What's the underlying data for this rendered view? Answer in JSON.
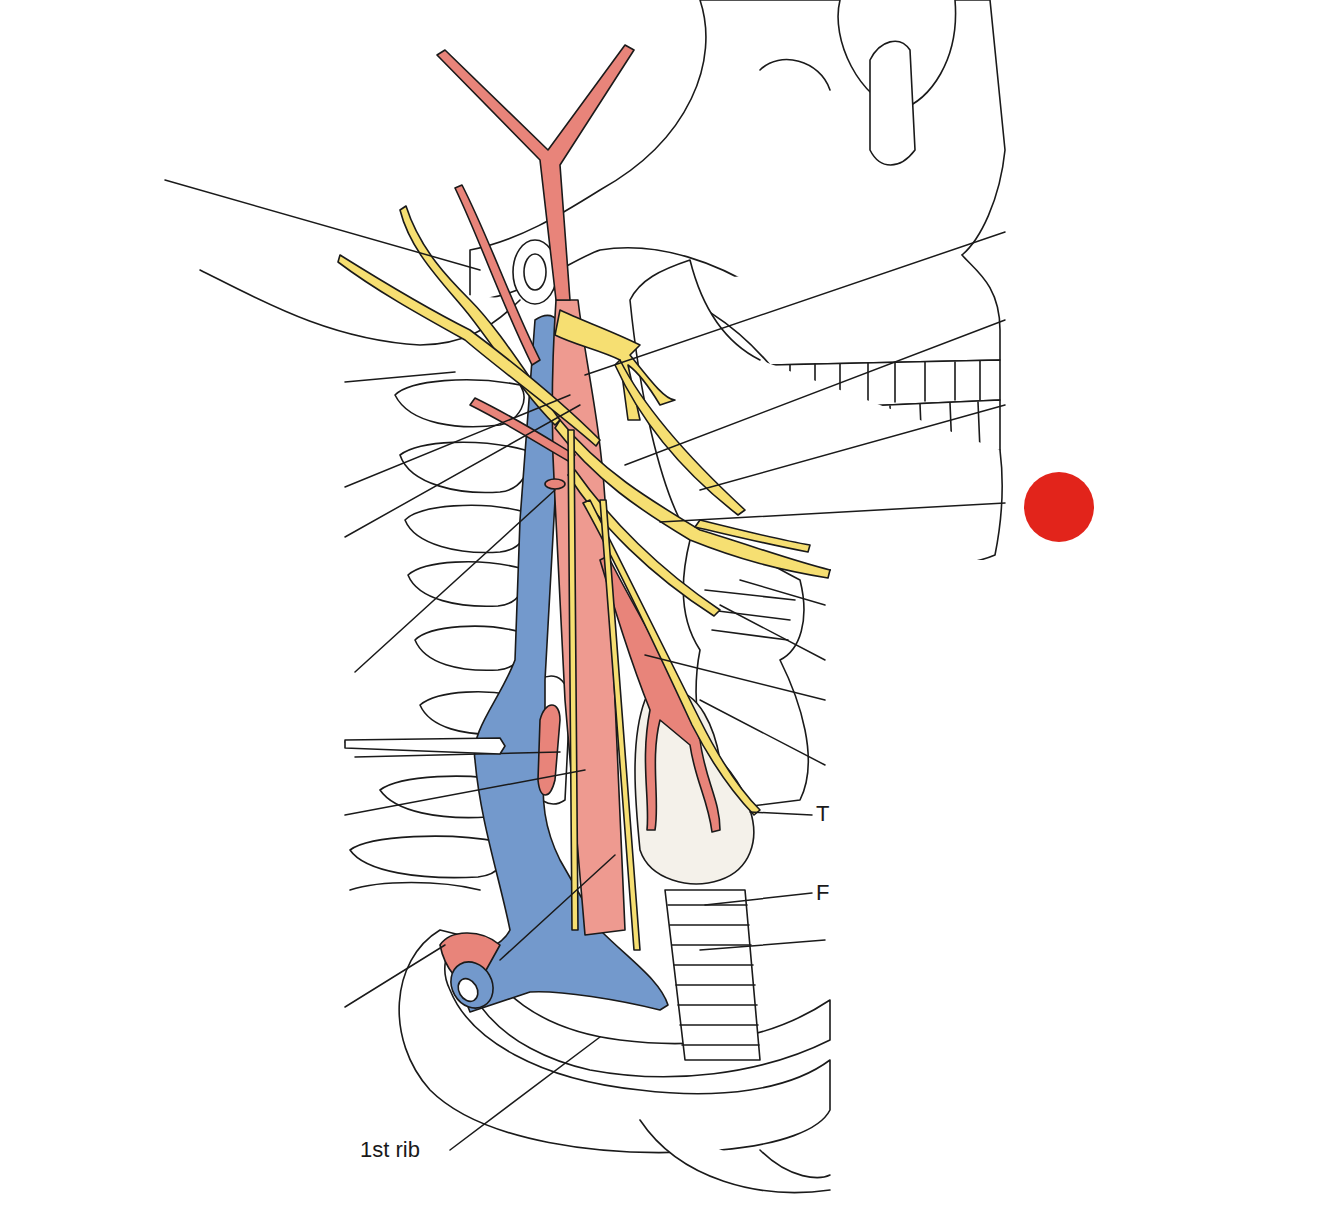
{
  "diagram": {
    "labels": [
      "1st rib",
      "T",
      "F"
    ]
  }
}
